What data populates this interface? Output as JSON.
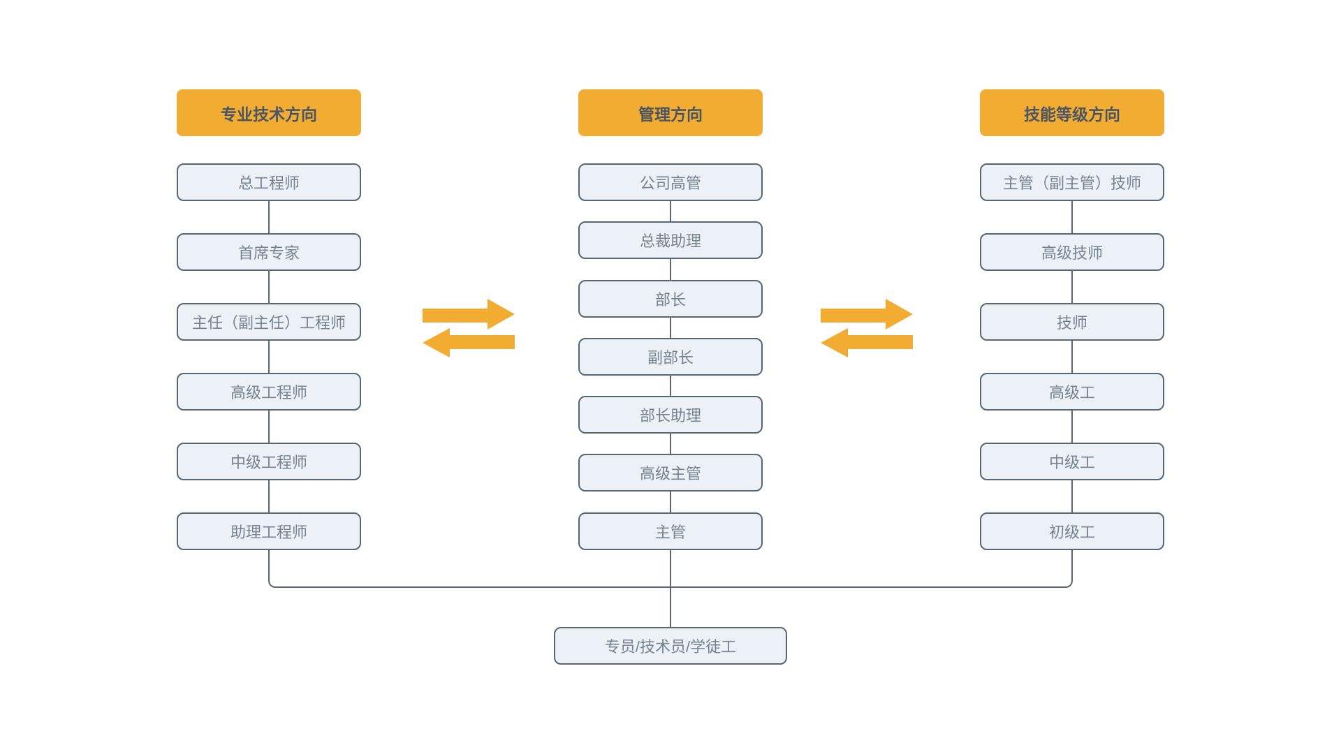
{
  "diagram": {
    "title": "career-development-paths",
    "columns": [
      {
        "header": "专业技术方向",
        "items": [
          "总工程师",
          "首席专家",
          "主任（副主任）工程师",
          "高级工程师",
          "中级工程师",
          "助理工程师"
        ]
      },
      {
        "header": "管理方向",
        "items": [
          "公司高管",
          "总裁助理",
          "部长",
          "副部长",
          "部长助理",
          "高级主管",
          "主管"
        ]
      },
      {
        "header": "技能等级方向",
        "items": [
          "主管（副主管）技师",
          "高级技师",
          "技师",
          "高级工",
          "中级工",
          "初级工"
        ]
      }
    ],
    "base_item": "专员/技术员/学徒工"
  },
  "colors": {
    "accent_orange": "#F3AC32",
    "box_fill": "#ECF1F8",
    "box_border": "#5A6572",
    "box_text": "#76828F",
    "header_text": "#4A5564",
    "connector_line": "#5A6572",
    "background": "#FFFFFF"
  },
  "icons": {
    "left_pair": "bidirectional-transfer-arrows",
    "right_pair": "bidirectional-transfer-arrows"
  }
}
